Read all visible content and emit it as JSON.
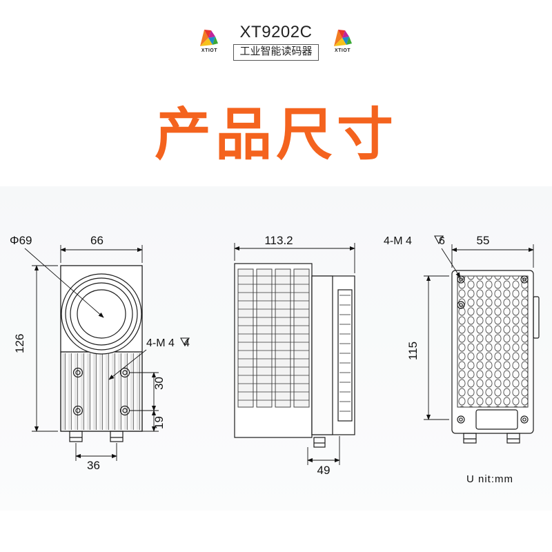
{
  "header": {
    "logo_text": "XTIOT",
    "logo_left_name": "xtiot-logo-left",
    "logo_right_name": "xtiot-logo-right",
    "model": "XT9202C",
    "subtitle": "工业智能读码器"
  },
  "page_title": "产品尺寸",
  "unit_note": "U nit:mm",
  "drawing": {
    "views": [
      {
        "name": "front-view",
        "labels": [
          "Φ69",
          "66",
          "126",
          "4-M 4 ⊽4",
          "30",
          "19",
          "36"
        ]
      },
      {
        "name": "side-view",
        "labels": [
          "113.2",
          "49"
        ]
      },
      {
        "name": "top-view",
        "labels": [
          "4-M 4 ⊽6",
          "55",
          "115"
        ]
      }
    ],
    "dimensions": {
      "lens_diameter": "Φ69",
      "front_width": "66",
      "front_height": "126",
      "front_thread": "4-M 4 ⊽4",
      "hole_spacing_30": "30",
      "hole_spacing_19": "19",
      "base_width": "36",
      "side_length": "113.2",
      "side_base_width": "49",
      "top_thread": "4-M 4 ⊽6",
      "top_width": "55",
      "top_height": "115"
    }
  },
  "colors": {
    "title_orange": "#f4631e",
    "line": "#1a1a1a",
    "background_tint": "#f2f4f5"
  }
}
